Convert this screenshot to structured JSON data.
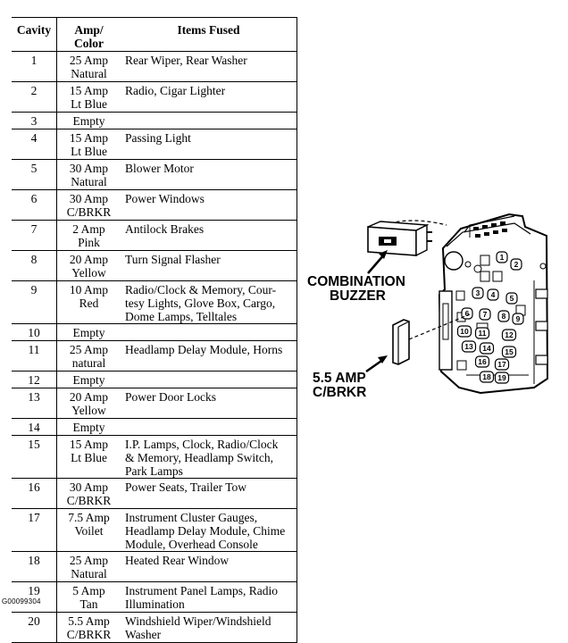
{
  "table": {
    "headers": {
      "cavity": "Cavity",
      "amp_color": [
        "Amp/",
        "Color"
      ],
      "items": "Items Fused"
    },
    "rows": [
      {
        "cavity": "1",
        "amp": [
          "25 Amp",
          "Natural"
        ],
        "items": [
          "Rear Wiper, Rear Washer"
        ]
      },
      {
        "cavity": "2",
        "amp": [
          "15 Amp",
          "Lt Blue"
        ],
        "items": [
          "Radio, Cigar Lighter"
        ]
      },
      {
        "cavity": "3",
        "amp": [
          "Empty"
        ],
        "items": []
      },
      {
        "cavity": "4",
        "amp": [
          "15 Amp",
          "Lt Blue"
        ],
        "items": [
          "Passing Light"
        ]
      },
      {
        "cavity": "5",
        "amp": [
          "30 Amp",
          "Natural"
        ],
        "items": [
          "Blower Motor"
        ]
      },
      {
        "cavity": "6",
        "amp": [
          "30 Amp",
          "C/BRKR"
        ],
        "items": [
          "Power Windows"
        ]
      },
      {
        "cavity": "7",
        "amp": [
          "2 Amp",
          "Pink"
        ],
        "items": [
          "Antilock Brakes"
        ]
      },
      {
        "cavity": "8",
        "amp": [
          "20 Amp",
          "Yellow"
        ],
        "items": [
          "Turn Signal Flasher"
        ]
      },
      {
        "cavity": "9",
        "amp": [
          "10 Amp",
          "Red"
        ],
        "items": [
          "Radio/Clock & Memory, Cour-",
          "tesy Lights, Glove Box, Cargo,",
          "Dome Lamps, Telltales"
        ]
      },
      {
        "cavity": "10",
        "amp": [
          "Empty"
        ],
        "items": []
      },
      {
        "cavity": "11",
        "amp": [
          "25 Amp",
          "natural"
        ],
        "items": [
          "Headlamp Delay Module, Horns"
        ]
      },
      {
        "cavity": "12",
        "amp": [
          "Empty"
        ],
        "items": []
      },
      {
        "cavity": "13",
        "amp": [
          "20 Amp",
          "Yellow"
        ],
        "items": [
          "Power Door Locks"
        ]
      },
      {
        "cavity": "14",
        "amp": [
          "Empty"
        ],
        "items": []
      },
      {
        "cavity": "15",
        "amp": [
          "15 Amp",
          "Lt Blue"
        ],
        "items": [
          "I.P. Lamps, Clock, Radio/Clock",
          "& Memory, Headlamp Switch,",
          "Park Lamps"
        ]
      },
      {
        "cavity": "16",
        "amp": [
          "30 Amp",
          "C/BRKR"
        ],
        "items": [
          "Power Seats, Trailer Tow"
        ]
      },
      {
        "cavity": "17",
        "amp": [
          "7.5 Amp",
          "Voilet"
        ],
        "items": [
          "Instrument Cluster Gauges,",
          "Headlamp Delay Module, Chime",
          "Module, Overhead Console"
        ]
      },
      {
        "cavity": "18",
        "amp": [
          "25 Amp",
          "Natural"
        ],
        "items": [
          "Heated Rear Window"
        ]
      },
      {
        "cavity": "19",
        "amp": [
          "5 Amp",
          "Tan"
        ],
        "items": [
          "Instrument Panel Lamps, Radio",
          "Illumination"
        ]
      },
      {
        "cavity": "20",
        "amp": [
          "5.5 Amp",
          "C/BRKR"
        ],
        "items": [
          "Windshield Wiper/Windshield",
          "Washer"
        ]
      }
    ]
  },
  "diagram": {
    "callouts": {
      "combination_buzzer": [
        "COMBINATION",
        "BUZZER"
      ],
      "circuit_breaker": [
        "5.5 AMP",
        "C/BRKR"
      ]
    },
    "fuse_numbers": [
      "1",
      "2",
      "3",
      "4",
      "5",
      "6",
      "7",
      "8",
      "9",
      "10",
      "11",
      "12",
      "13",
      "14",
      "15",
      "16",
      "17",
      "18",
      "19"
    ]
  },
  "footer": {
    "code": "G00099304"
  }
}
